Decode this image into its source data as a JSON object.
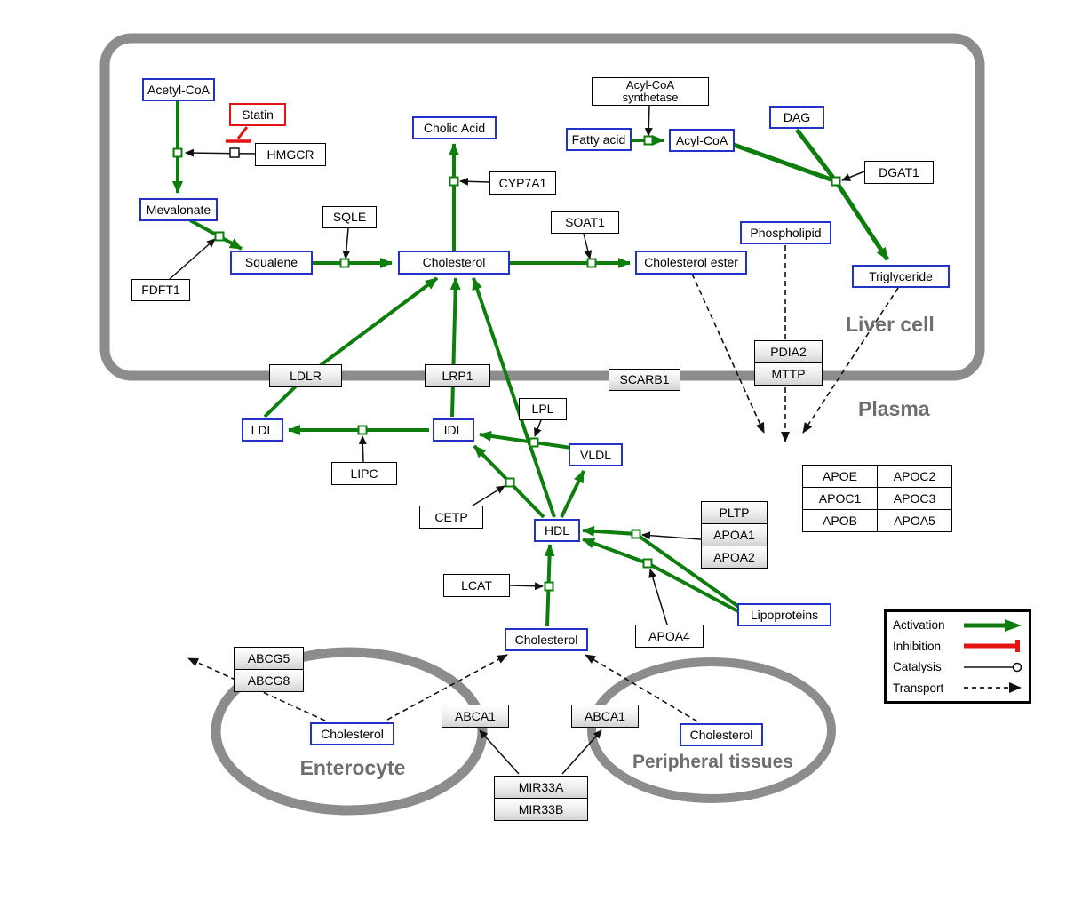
{
  "regions": {
    "liver": "Liver cell",
    "plasma": "Plasma",
    "enterocyte": "Enterocyte",
    "peripheral": "Peripheral tissues"
  },
  "nodes": {
    "acetyl_coa": "Acetyl-CoA",
    "statin": "Statin",
    "hmgcr": "HMGCR",
    "mevalonate": "Mevalonate",
    "fdft1": "FDFT1",
    "squalene": "Squalene",
    "sqle": "SQLE",
    "cholic_acid": "Cholic Acid",
    "cyp7a1": "CYP7A1",
    "cholesterol_liver": "Cholesterol",
    "soat1": "SOAT1",
    "cholesterol_ester": "Cholesterol ester",
    "acyl_coa_synthetase": {
      "line1": "Acyl-CoA",
      "line2": "synthetase"
    },
    "fatty_acid": "Fatty acid",
    "acyl_coa": "Acyl-CoA",
    "dag": "DAG",
    "dgat1": "DGAT1",
    "phospholipid": "Phospholipid",
    "triglyceride": "Triglyceride",
    "ldlr": "LDLR",
    "lrp1": "LRP1",
    "scarb1": "SCARB1",
    "pdia2": "PDIA2",
    "mttp": "MTTP",
    "ldl": "LDL",
    "idl": "IDL",
    "lipc": "LIPC",
    "lpl": "LPL",
    "vldl": "VLDL",
    "cetp": "CETP",
    "hdl": "HDL",
    "lcat": "LCAT",
    "pltp": "PLTP",
    "apoa1": "APOA1",
    "apoa2": "APOA2",
    "apoa4": "APOA4",
    "lipoproteins": "Lipoproteins",
    "apoe": "APOE",
    "apoc2": "APOC2",
    "apoc1": "APOC1",
    "apoc3": "APOC3",
    "apob": "APOB",
    "apoa5": "APOA5",
    "cholesterol_plasma": "Cholesterol",
    "abcg5": "ABCG5",
    "abcg8": "ABCG8",
    "cholesterol_enterocyte": "Cholesterol",
    "abca1_enterocyte": "ABCA1",
    "abca1_peripheral": "ABCA1",
    "cholesterol_peripheral": "Cholesterol",
    "mir33a": "MIR33A",
    "mir33b": "MIR33B"
  },
  "legend": {
    "activation": "Activation",
    "inhibition": "Inhibition",
    "catalysis": "Catalysis",
    "transport": "Transport"
  },
  "colors": {
    "activation_green": "#0d7d0d",
    "inhibition_red": "#e41414",
    "metabolite_blue": "#2231c8",
    "membrane_gray": "#8c8c8c",
    "label_gray": "#6e6e6e"
  }
}
